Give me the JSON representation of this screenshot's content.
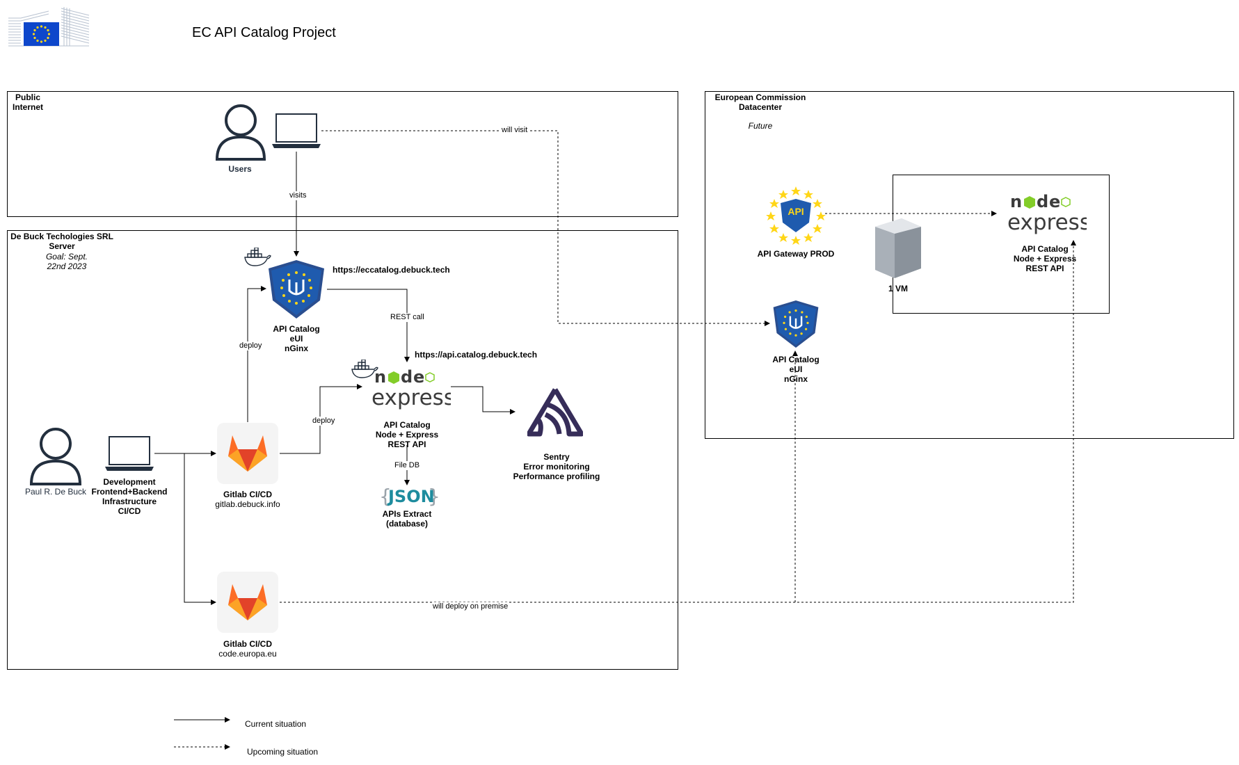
{
  "header": {
    "title": "EC API Catalog Project",
    "logo_icon": "european-commission-logo",
    "eu_blue": "#0E47CB",
    "eu_star": "#FFD617"
  },
  "zones": {
    "public_internet": {
      "label": "Public\nInternet"
    },
    "debuck_server": {
      "label": "De Buck Techologies SRL\nServer",
      "goal": "Goal: Sept.\n22nd 2023"
    },
    "ec_datacenter": {
      "label": "European Commission\nDatacenter",
      "note": "Future"
    }
  },
  "nodes": {
    "users": {
      "label": "Users",
      "icon": "user-icon"
    },
    "laptop_public": {
      "icon": "laptop-icon"
    },
    "api_catalog_eui": {
      "label": "API Catalog\neUI\nnGinx",
      "url": "https://eccatalog.debuck.tech",
      "icon": "eui-shield-icon"
    },
    "express_api": {
      "label": "API Catalog\nNode + Express\nREST API",
      "url": "https://api.catalog.debuck.tech",
      "icon": "node-express-logo"
    },
    "sentry": {
      "label": "Sentry\nError monitoring\nPerformance profiling",
      "icon": "sentry-logo"
    },
    "json_db": {
      "label": "APIs Extract\n(database)",
      "icon": "json-logo",
      "logo_text": "JSON"
    },
    "developer": {
      "label": "Paul R. De Buck",
      "icon": "user-icon"
    },
    "dev_laptop": {
      "label": "Development\nFrontend+Backend\nInfrastructure\nCI/CD",
      "icon": "laptop-icon"
    },
    "gitlab_debuck": {
      "label": "Gitlab CI/CD",
      "sublabel": "gitlab.debuck.info",
      "icon": "gitlab-logo"
    },
    "gitlab_europa": {
      "label": "Gitlab CI/CD",
      "sublabel": "code.europa.eu",
      "icon": "gitlab-logo"
    },
    "api_gateway": {
      "label": "API Gateway PROD",
      "icon": "api-gateway-icon",
      "badge_text": "API"
    },
    "vm": {
      "label": "1 VM",
      "icon": "server-icon"
    },
    "ec_express_api": {
      "label": "API Catalog\nNode + Express\nREST API",
      "icon": "node-express-logo"
    },
    "ec_api_catalog_eui": {
      "label": "API Catalog\neUI\nnGinx",
      "icon": "eui-shield-icon"
    }
  },
  "edges": {
    "visits": "visits",
    "will_visit": "will visit",
    "rest_call": "REST call",
    "deploy_ui": "deploy",
    "deploy_api": "deploy",
    "file_db": "File DB",
    "will_deploy": "will deploy on premise"
  },
  "legend": {
    "current": "Current situation",
    "upcoming": "Upcoming situation"
  },
  "colors": {
    "node_dark": "#3C3C3C",
    "node_green": "#83CD29",
    "gitlab_orange": "#FC6D26",
    "gitlab_red": "#E24329",
    "gitlab_light": "#FCA326",
    "sentry_purple": "#362D59",
    "json_teal": "#1E8C9E",
    "user_dark": "#232F3E"
  }
}
